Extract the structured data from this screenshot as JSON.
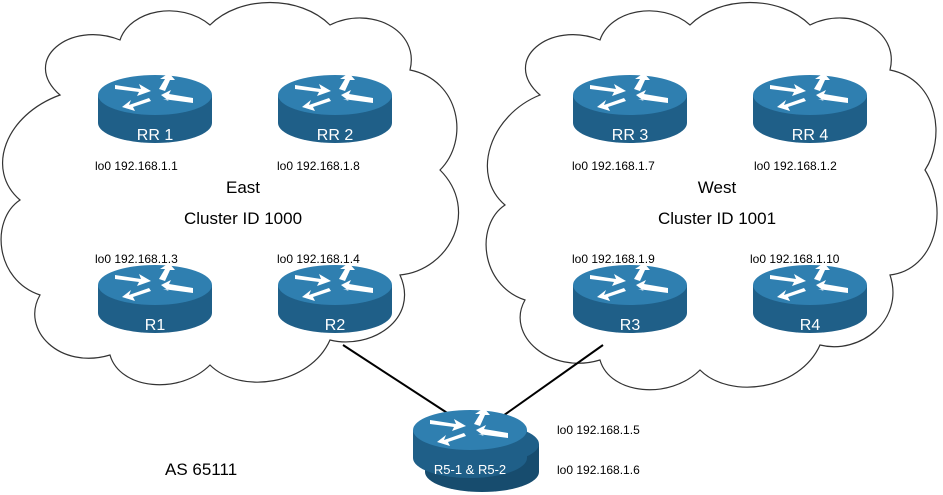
{
  "colors": {
    "router_body": "#1f5f88",
    "router_top": "#2f7fb0",
    "router_side": "#174c6e",
    "cloud_stroke": "#333333",
    "link": "#000000"
  },
  "clusters": {
    "east": {
      "name": "East",
      "cluster_id": "Cluster ID 1000"
    },
    "west": {
      "name": "West",
      "cluster_id": "Cluster ID 1001"
    }
  },
  "as_label": "AS 65111",
  "routers": {
    "rr1": {
      "name": "RR 1",
      "loopback": "lo0 192.168.1.1"
    },
    "rr2": {
      "name": "RR 2",
      "loopback": "lo0 192.168.1.8"
    },
    "r1": {
      "name": "R1",
      "loopback": "lo0 192.168.1.3"
    },
    "r2": {
      "name": "R2",
      "loopback": "lo0 192.168.1.4"
    },
    "rr3": {
      "name": "RR 3",
      "loopback": "lo0 192.168.1.7"
    },
    "rr4": {
      "name": "RR 4",
      "loopback": "lo0 192.168.1.2"
    },
    "r3": {
      "name": "R3",
      "loopback": "lo0 192.168.1.9"
    },
    "r4": {
      "name": "R4",
      "loopback": "lo0 192.168.1.10"
    },
    "r5": {
      "name": "R5-1 & R5-2",
      "loopback_1": "lo0 192.168.1.5",
      "loopback_2": "lo0 192.168.1.6"
    }
  },
  "icons": {
    "router": "router-icon",
    "cloud": "cloud-icon"
  }
}
